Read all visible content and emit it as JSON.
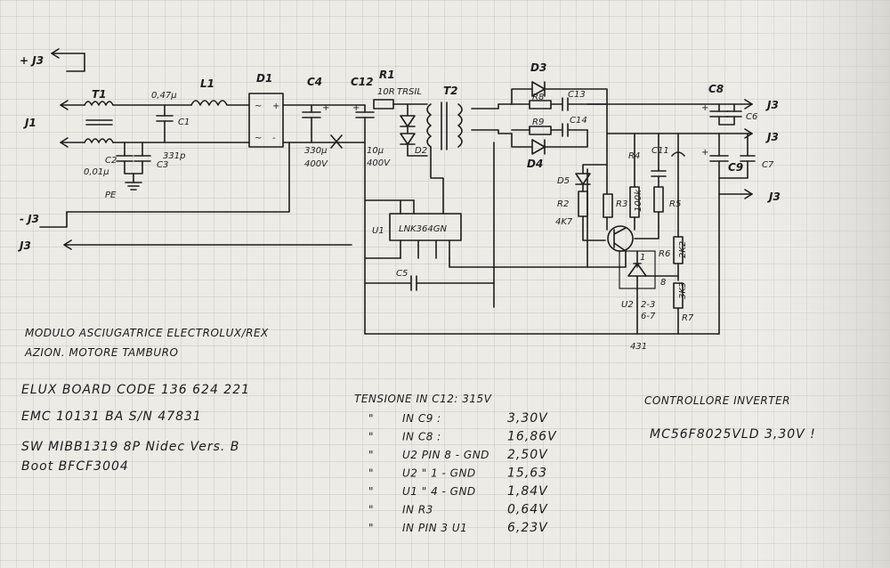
{
  "connectors": {
    "j3_plus": "+ J3",
    "j1": "J1",
    "j3_minus": "- J3",
    "j3_low": "J3",
    "j3_out1": "J3",
    "j3_out2": "J3",
    "j3_out3": "J3"
  },
  "components": {
    "t1": "T1",
    "l1": "L1",
    "d1": "D1",
    "c1": "C1",
    "c1_val": "0,47µ",
    "c2": "C2",
    "c2_val": "0,01µ",
    "c3": "C3",
    "c3_val": "331p",
    "pe": "PE",
    "c4": "C4",
    "c4_val1": "330µ",
    "c4_val2": "400V",
    "c12": "C12",
    "c12_val1": "10µ",
    "c12_val2": "400V",
    "r1": "R1",
    "r1_val": "10R",
    "trsil": "TRSIL",
    "d2": "D2",
    "t2": "T2",
    "d3": "D3",
    "r8": "R8",
    "c13": "C13",
    "r9": "R9",
    "c14": "C14",
    "d4": "D4",
    "c8": "C8",
    "c6": "C6",
    "c9": "C9",
    "c7": "C7",
    "d5": "D5",
    "r2": "R2",
    "r2_val": "4K7",
    "r3": "R3",
    "r4": "R4",
    "r4_val": "100k",
    "c11": "C11",
    "r5": "R5",
    "r6": "R6",
    "r6_val": "2K2",
    "r7": "R7",
    "r7_val": "3K3",
    "u1": "U1",
    "u1_part": "LNK364GN",
    "c5": "C5",
    "u2": "U2",
    "u2_pin1": "1",
    "u2_pin8": "8",
    "u2_pins_a": "2-3",
    "u2_pins_b": "6-7",
    "u2_part": "431"
  },
  "notes": {
    "line1": "MODULO ASCIUGATRICE ELECTROLUX/REX",
    "line2": "AZION. MOTORE TAMBURO",
    "board": "ELUX BOARD CODE 136 624 221",
    "emc": "EMC 10131 BA   S/N 47831",
    "sw": "SW MIBB1319   8P Nidec Vers. B",
    "boot": "Boot BFCF3004",
    "controller_title": "CONTROLLORE INVERTER",
    "controller_value": "MC56F8025VLD  3,30V !"
  },
  "measurements": {
    "title": "TENSIONE IN C12:  315V",
    "rows": [
      {
        "mark": "\"",
        "label": "IN C9 :",
        "value": "3,30V"
      },
      {
        "mark": "\"",
        "label": "IN C8 :",
        "value": "16,86V"
      },
      {
        "mark": "\"",
        "label": "U2 PIN 8 - GND",
        "value": "2,50V"
      },
      {
        "mark": "\"",
        "label": "U2  \" 1 - GND",
        "value": "15,63"
      },
      {
        "mark": "\"",
        "label": "U1  \" 4 - GND",
        "value": "1,84V"
      },
      {
        "mark": "\"",
        "label": "IN    R3",
        "value": "0,64V"
      },
      {
        "mark": "\"",
        "label": "IN   PIN 3  U1",
        "value": "6,23V"
      }
    ]
  }
}
